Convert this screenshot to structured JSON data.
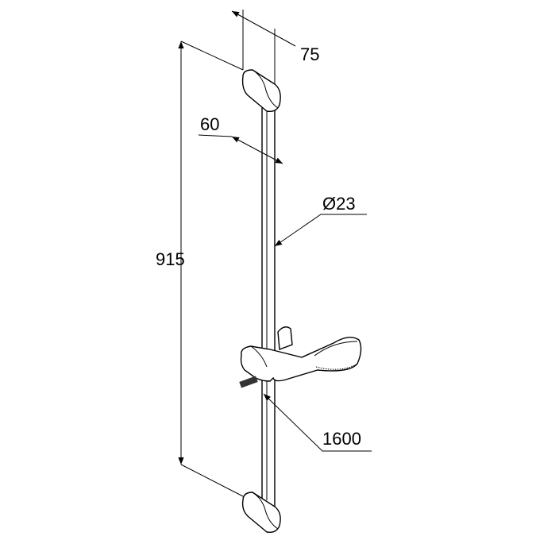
{
  "dimensions": {
    "width_top": "75",
    "wall_distance": "60",
    "diameter": "Ø23",
    "height": "915",
    "hose_length": "1600"
  },
  "colors": {
    "line": "#000000",
    "background": "#ffffff"
  }
}
